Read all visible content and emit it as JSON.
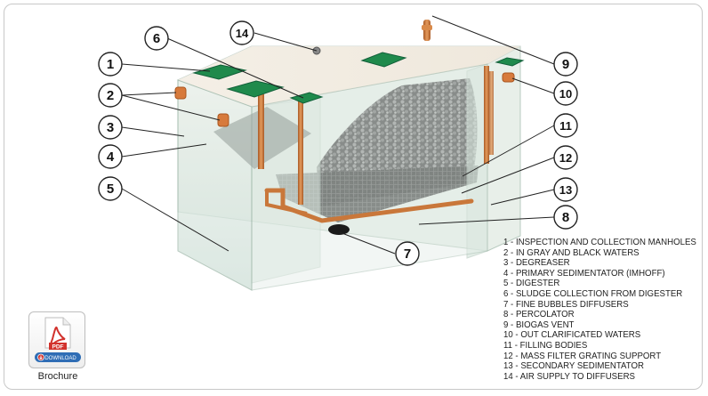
{
  "callouts": [
    "1",
    "2",
    "3",
    "4",
    "5",
    "6",
    "7",
    "8",
    "9",
    "10",
    "11",
    "12",
    "13",
    "14"
  ],
  "legend": [
    "1 - INSPECTION AND COLLECTION MANHOLES",
    "2 - IN GRAY AND BLACK WATERS",
    "3 - DEGREASER",
    "4 - PRIMARY SEDIMENTATOR (IMHOFF)",
    "5 - DIGESTER",
    "6 - SLUDGE COLLECTION FROM DIGESTER",
    "7 - FINE BUBBLES DIFFUSERS",
    "8 - PERCOLATOR",
    "9 - BIOGAS VENT",
    "10 - OUT CLARIFICATED WATERS",
    "11 - FILLING BODIES",
    "12 - MASS FILTER GRATING SUPPORT",
    "13 - SECONDARY SEDIMENTATOR",
    "14 - AIR SUPPLY TO DIFFUSERS"
  ],
  "brochure": {
    "pdf_label": "PDF",
    "download_label": "DOWNLOAD",
    "caption": "Brochure"
  },
  "colors": {
    "glass": "#dfe9e3",
    "manhole_green": "#1f8a4c",
    "pipe_orange": "#c9773a",
    "pdf_red": "#d2322d",
    "download_blue": "#2f6db5"
  },
  "icons": [
    "pdf-file-icon",
    "download-icon"
  ]
}
